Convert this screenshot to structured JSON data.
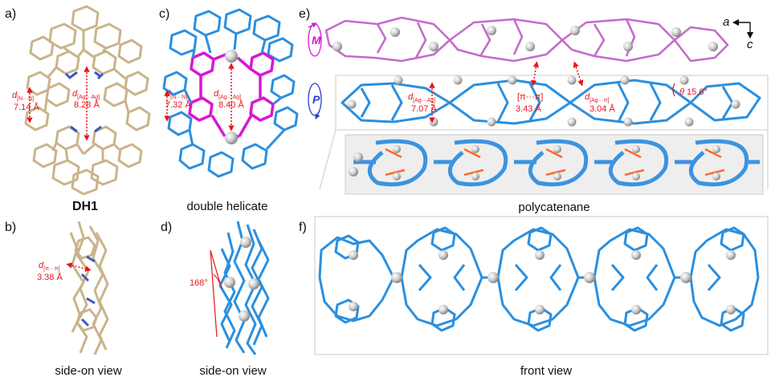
{
  "panels": {
    "a": {
      "label": "a)",
      "caption": "DH1",
      "d_nn_prefix": "d",
      "d_nn_sub": "[N···N]",
      "d_nn_value": "7.14 Å",
      "d_agag_prefix": "d",
      "d_agag_sub": "[Ag···Ag]",
      "d_agag_value": "8.28 Å"
    },
    "b": {
      "label": "b)",
      "caption": "side-on view",
      "d_pp_prefix": "d",
      "d_pp_sub": "[π···π]",
      "d_pp_value": "3.38 Å"
    },
    "c": {
      "label": "c)",
      "caption": "double helicate",
      "d_nn_prefix": "d",
      "d_nn_sub": "[N···N]",
      "d_nn_value": "7.32 Å",
      "d_agag_prefix": "d",
      "d_agag_sub": "[Ag···Ag]",
      "d_agag_value": "8.40 Å"
    },
    "d": {
      "label": "d)",
      "caption": "side-on view",
      "angle": "168°"
    },
    "e": {
      "label": "e)",
      "caption": "polycatenane",
      "helix_m": "M",
      "helix_p": "P",
      "axis_a": "a",
      "axis_c": "c",
      "d1_prefix": "d",
      "d1_sub": "[Ag···Ag]",
      "d1_value": "7.07 Å",
      "d2_label": "[π···π]",
      "d2_value": "3.43 Å",
      "d3_prefix": "d",
      "d3_sub": "[Ag···π]",
      "d3_value": "3.04 Å",
      "theta_label": "θ",
      "theta_value": "15.6°"
    },
    "f": {
      "label": "f)",
      "caption": "front view"
    }
  },
  "colors": {
    "ligand_a_b": "#c9b48a",
    "ligand_c_d_e_f": "#2b8fde",
    "strand_c": "#d816d6",
    "layer_top_e": "#c56bcc",
    "measurement": "#e8141c",
    "nitrogen": "#3f57c7",
    "silver": "#bdbdbd",
    "oxygen": "#ff6a2a"
  }
}
